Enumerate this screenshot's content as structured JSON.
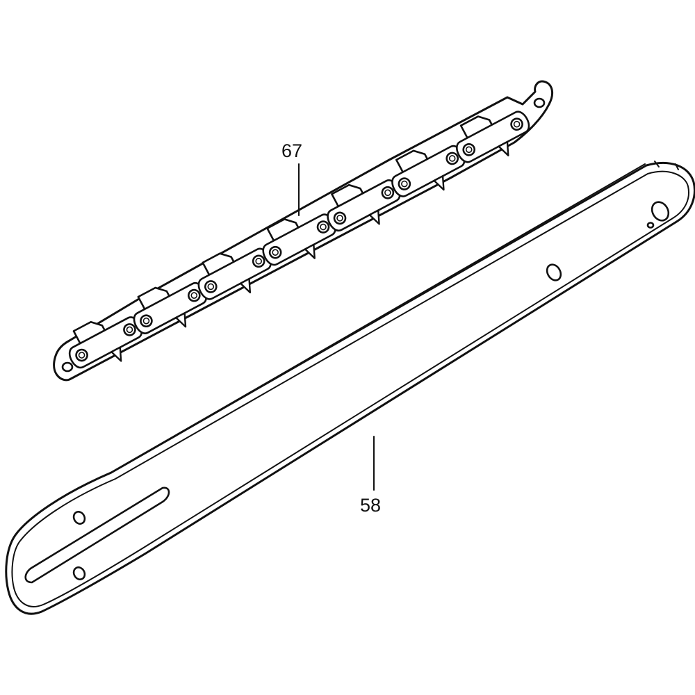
{
  "diagram": {
    "type": "exploded parts diagram",
    "parts": [
      {
        "id": "chain",
        "label": "67",
        "icon": "saw-chain-icon"
      },
      {
        "id": "bar",
        "label": "58",
        "icon": "guide-bar-icon"
      }
    ],
    "colors": {
      "ink": "#111111",
      "background": "#ffffff"
    }
  }
}
